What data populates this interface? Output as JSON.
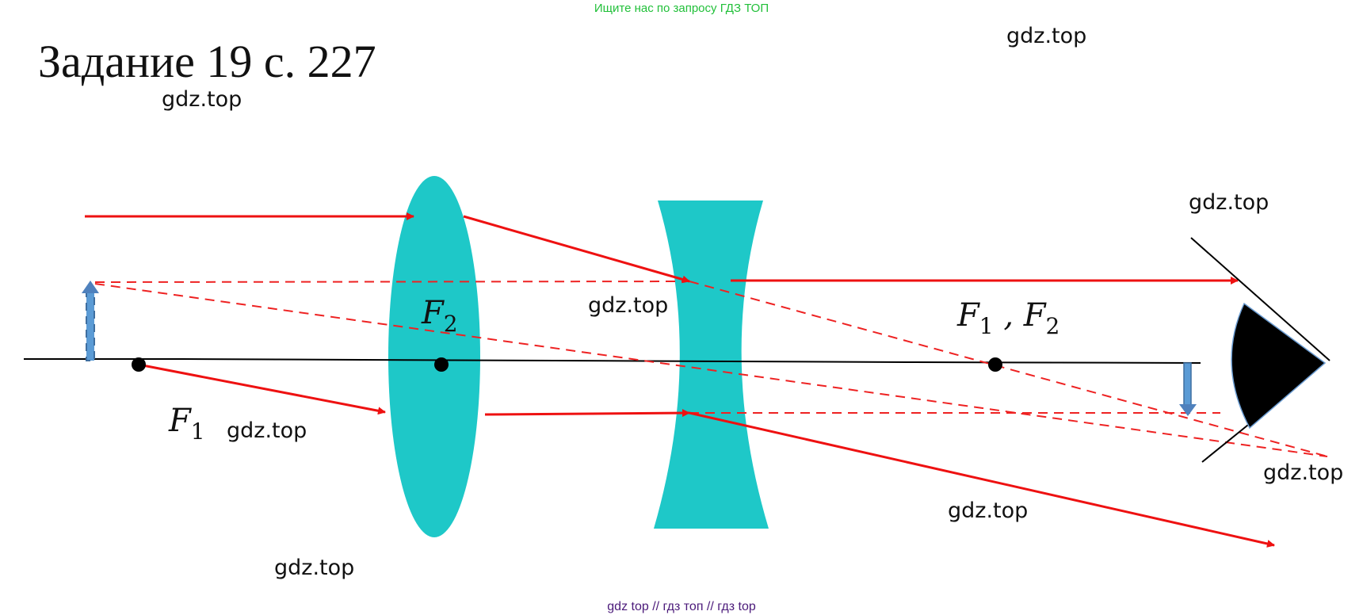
{
  "banner": "Ищите нас по запросу ГДЗ ТОП",
  "title": "Задание 19 с. 227",
  "watermarks": [
    "gdz.top",
    "gdz.top",
    "gdz.top",
    "gdz.top",
    "gdz.top",
    "gdz.top",
    "gdz.top",
    "gdz.top"
  ],
  "footer": "gdz top  //  гдз топ  //  гдз top",
  "focus_labels": {
    "f1_left": {
      "letter": "F",
      "sub": "1"
    },
    "f2_lens": {
      "letter": "F",
      "sub": "2"
    },
    "f1_right": {
      "letter": "F",
      "sub": "1"
    },
    "f2_right": {
      "letter": "F",
      "sub": "2"
    },
    "separator": ","
  },
  "colors": {
    "lens": "#1ec8c8",
    "ray": "#ee1111",
    "arrow": "#4f81bd",
    "axis": "#000000"
  },
  "diagram": {
    "elements": [
      "optical-axis",
      "converging-lens",
      "diverging-lens",
      "object-arrow",
      "image-arrow",
      "eye",
      "focus-point-f1-left",
      "focus-point-f2",
      "focus-point-f1-f2-right",
      "light-rays",
      "construction-lines"
    ]
  }
}
